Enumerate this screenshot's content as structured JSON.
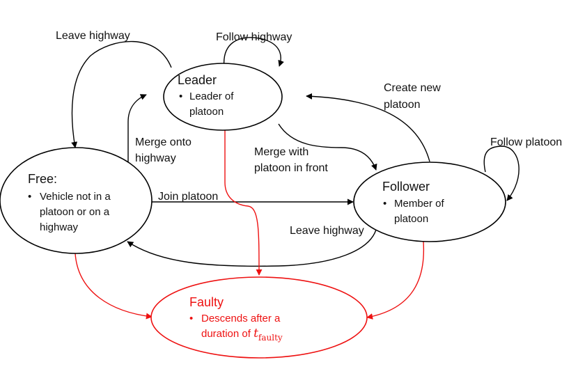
{
  "colors": {
    "normal": "#000000",
    "faulty": "#ee1111"
  },
  "states": {
    "leader": {
      "title": "Leader",
      "bullet": "•",
      "line1": "Leader of",
      "line2": "platoon"
    },
    "free": {
      "title": "Free:",
      "bullet": "•",
      "line1": "Vehicle not in a",
      "line2": "platoon or on a",
      "line3": "highway"
    },
    "follower": {
      "title": "Follower",
      "bullet": "•",
      "line1": "Member of",
      "line2": "platoon"
    },
    "faulty": {
      "title": "Faulty",
      "bullet": "•",
      "line1": "Descends after a",
      "line2": "duration of ",
      "var": "t",
      "subscript": "faulty"
    }
  },
  "transitions": {
    "leader_self": "Follow highway",
    "leader_to_free": "Leave highway",
    "free_to_leader_1": "Merge onto",
    "free_to_leader_2": "highway",
    "leader_to_follower_1": "Merge with",
    "leader_to_follower_2": "platoon in front",
    "follower_to_leader_1": "Create new",
    "follower_to_leader_2": "platoon",
    "follower_self": "Follow platoon",
    "free_to_follower": "Join platoon",
    "follower_to_free": "Leave highway"
  }
}
